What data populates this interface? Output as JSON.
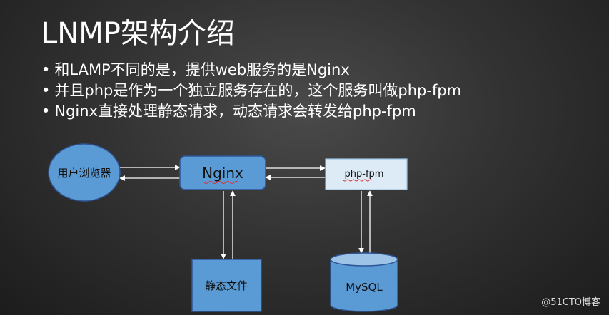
{
  "title": "LNMP架构介绍",
  "bullets": [
    "和LAMP不同的是，提供web服务的是Nginx",
    "并且php是作为一个独立服务存在的，这个服务叫做php-fpm",
    "Nginx直接处理静态请求，动态请求会转发给php-fpm"
  ],
  "nodes": {
    "browser": "用户浏览器",
    "nginx": "Nginx",
    "phpfpm": "php-fpm",
    "static": "静态文件",
    "mysql": "MySQL"
  },
  "colors": {
    "node_blue": "#5b9bd5",
    "node_light": "#ddebf7",
    "node_border": "#2f5597",
    "arrow": "#ffffff"
  },
  "watermark": "@51CTO博客"
}
